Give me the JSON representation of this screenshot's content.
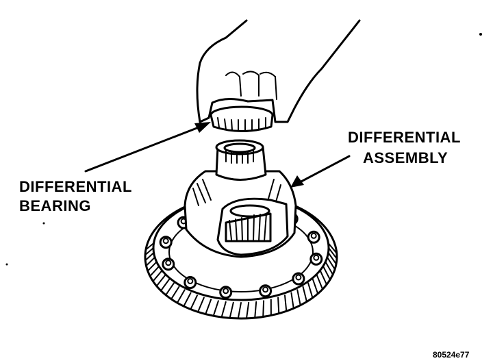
{
  "labels": {
    "bearing": [
      "DIFFERENTIAL",
      "BEARING"
    ],
    "assembly": [
      "DIFFERENTIAL",
      "ASSEMBLY"
    ]
  },
  "figure_code": "80524e77",
  "colors": {
    "ink": "#000000",
    "paper": "#ffffff"
  }
}
